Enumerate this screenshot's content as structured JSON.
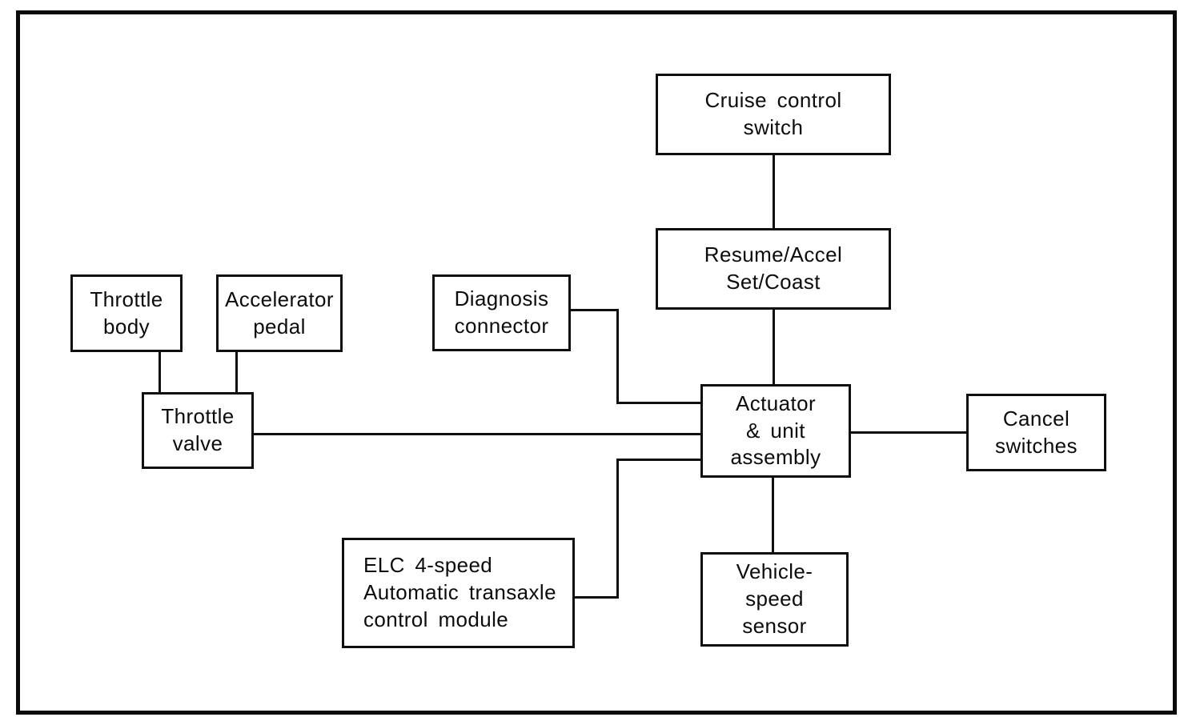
{
  "diagram": {
    "subject": "Cruise control system block diagram",
    "style": {
      "line_color": "#0f0f0f",
      "background_color": "#ffffff"
    },
    "nodes": {
      "cruise_switch": {
        "label": "Cruise control\nswitch"
      },
      "resume_set": {
        "label": "Resume/Accel\nSet/Coast"
      },
      "throttle_body": {
        "label": "Throttle\nbody"
      },
      "accelerator_pedal": {
        "label": "Accelerator\npedal"
      },
      "diagnosis_connector": {
        "label": "Diagnosis\nconnector"
      },
      "throttle_valve": {
        "label": "Throttle\nvalve"
      },
      "actuator": {
        "label": "Actuator\n& unit\nassembly"
      },
      "cancel_switches": {
        "label": "Cancel\nswitches"
      },
      "elc_module": {
        "label": "ELC 4-speed\nAutomatic transaxle\ncontrol module"
      },
      "vehicle_speed_sensor": {
        "label": "Vehicle-\nspeed\nsensor"
      }
    },
    "connections": [
      {
        "from": "cruise_switch",
        "to": "resume_set"
      },
      {
        "from": "resume_set",
        "to": "actuator"
      },
      {
        "from": "diagnosis_connector",
        "to": "actuator"
      },
      {
        "from": "throttle_valve",
        "to": "actuator"
      },
      {
        "from": "elc_module",
        "to": "actuator"
      },
      {
        "from": "actuator",
        "to": "cancel_switches"
      },
      {
        "from": "actuator",
        "to": "vehicle_speed_sensor"
      },
      {
        "from": "throttle_body",
        "to": "throttle_valve"
      },
      {
        "from": "accelerator_pedal",
        "to": "throttle_valve"
      }
    ]
  }
}
